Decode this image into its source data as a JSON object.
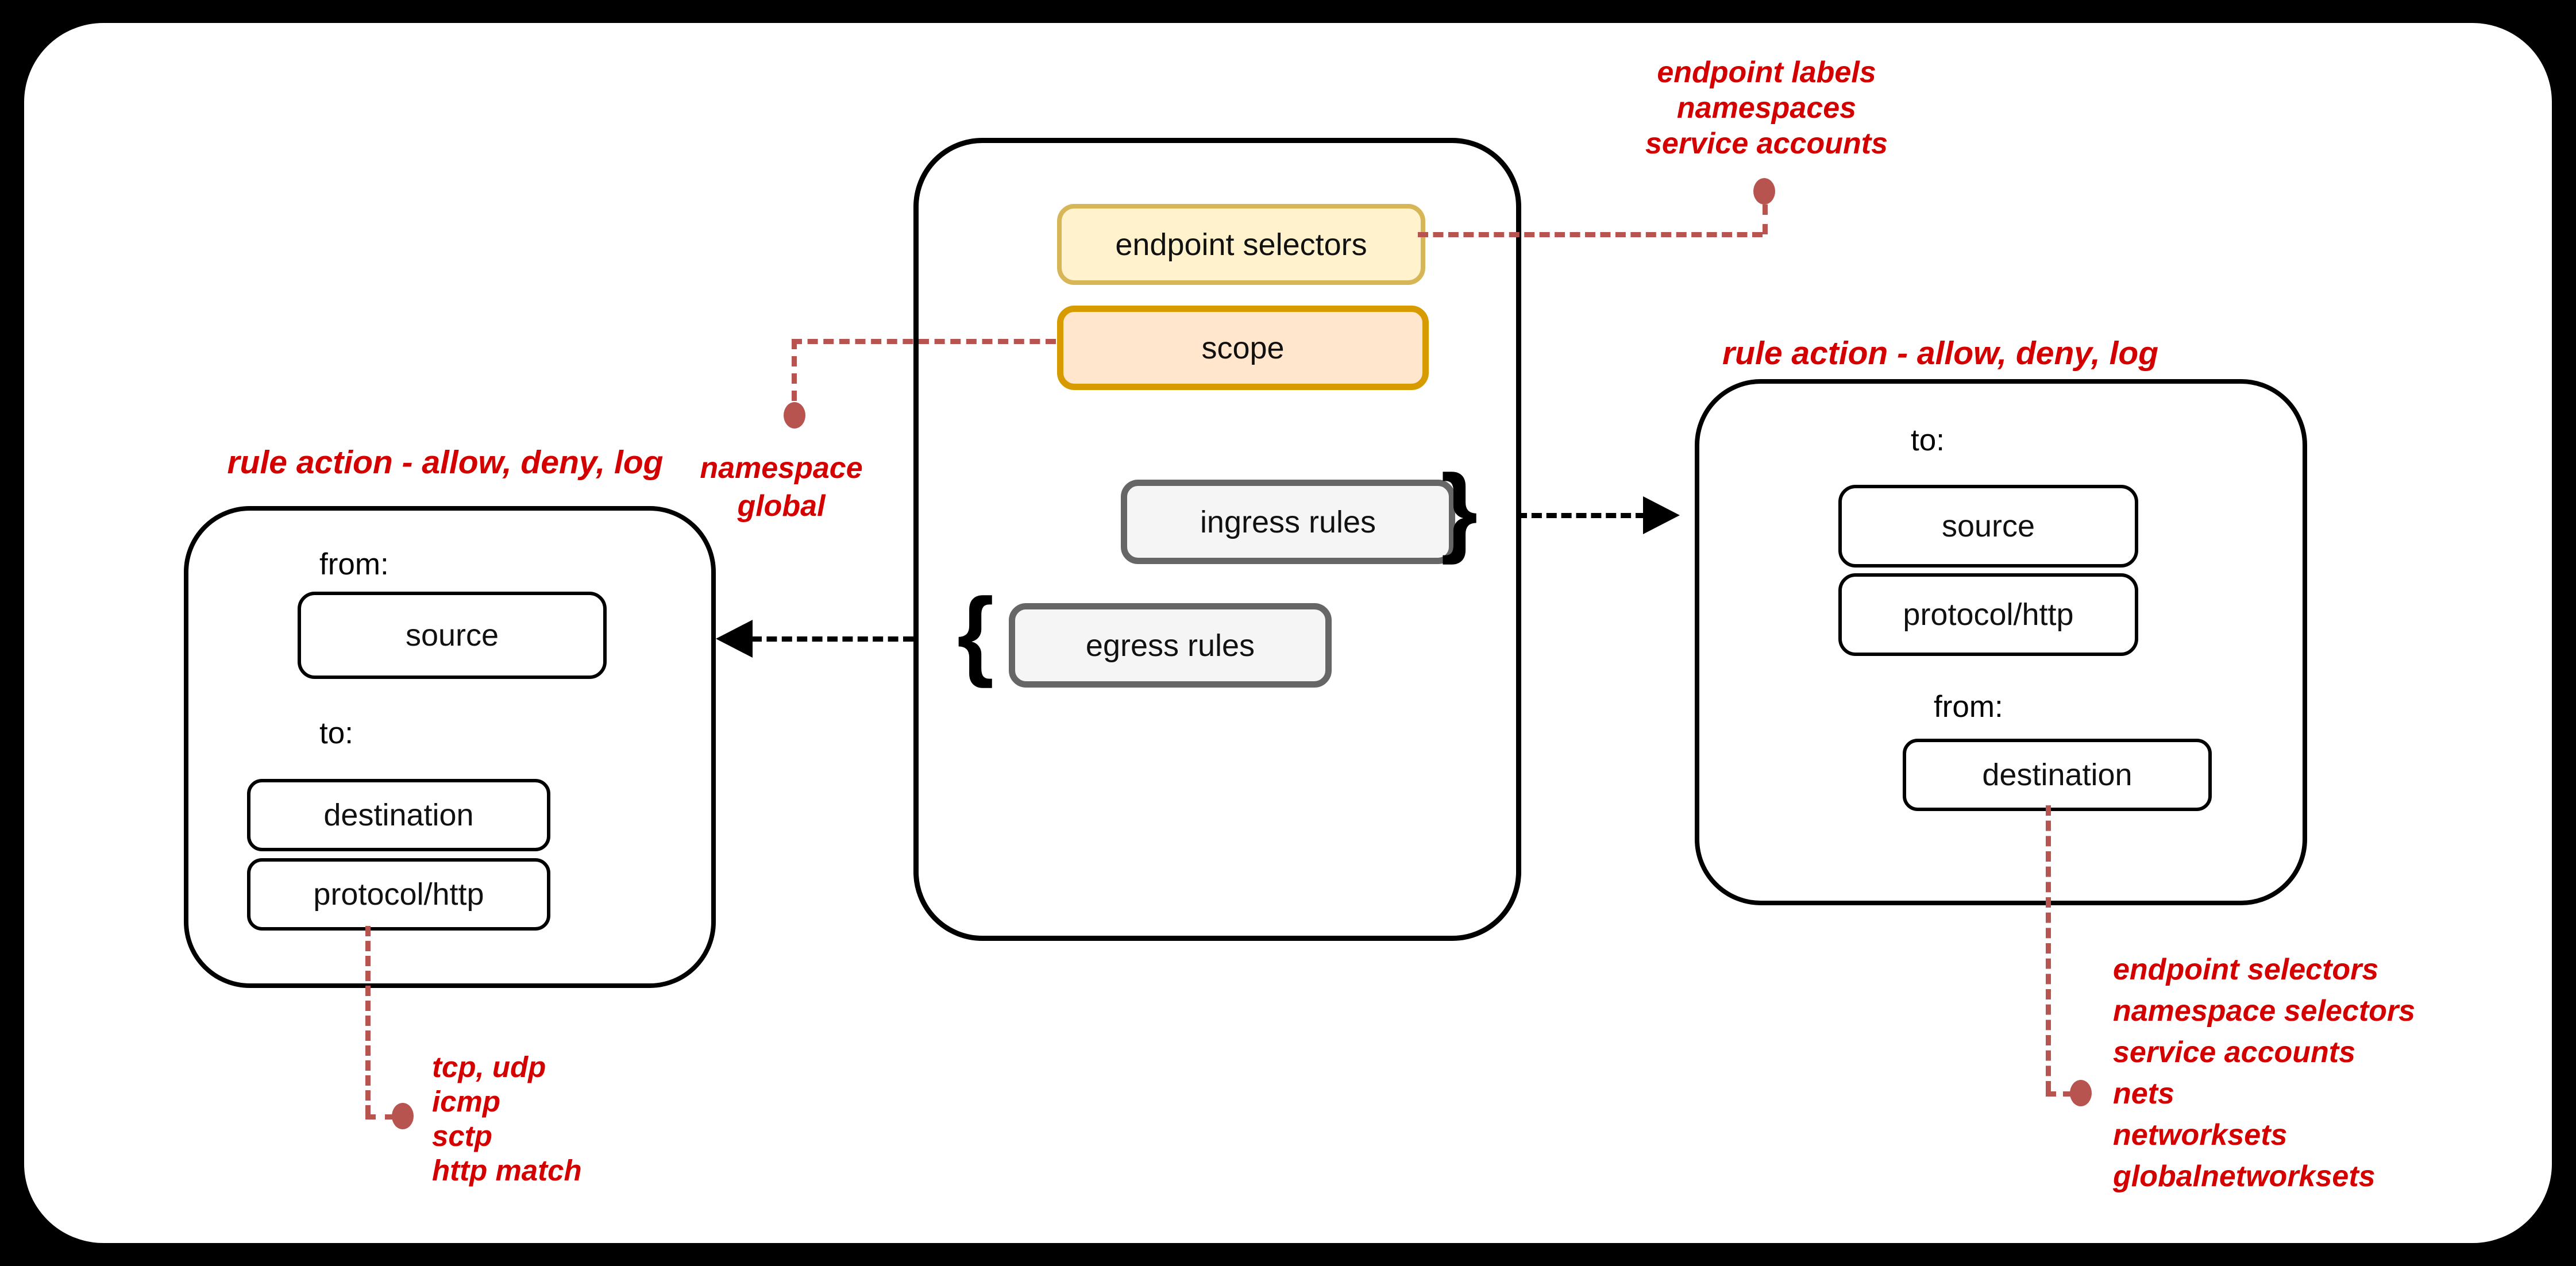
{
  "diagram": {
    "center": {
      "endpoint_selectors": "endpoint selectors",
      "scope": "scope",
      "ingress_rules": "ingress rules",
      "egress_rules": "egress rules",
      "ingress_brace": "}",
      "egress_brace": "{"
    },
    "left_card": {
      "heading": "rule action - allow, deny, log",
      "from_label": "from:",
      "source": "source",
      "to_label": "to:",
      "destination": "destination",
      "protocol": "protocol/http"
    },
    "right_card": {
      "heading": "rule action - allow, deny, log",
      "to_label": "to:",
      "source": "source",
      "protocol": "protocol/http",
      "from_label": "from:",
      "destination": "destination"
    },
    "notes": {
      "endpoint": [
        "endpoint labels",
        "namespaces",
        "service accounts"
      ],
      "scope": [
        "namespace",
        "global"
      ],
      "protocol": [
        "tcp, udp",
        "icmp",
        "sctp",
        "http match"
      ],
      "destination": [
        "endpoint selectors",
        "namespace selectors",
        "service accounts",
        "nets",
        "networksets",
        "globalnetworksets"
      ]
    },
    "colors": {
      "annotation_text": "#d40000",
      "annotation_connector": "#b85450",
      "endpoint_selectors_fill": "#fff2cc",
      "endpoint_selectors_border": "#d6b656",
      "scope_fill": "#ffe6cc",
      "scope_border": "#d79b00",
      "rules_fill": "#f5f5f5",
      "rules_border": "#666666",
      "outline": "#000000",
      "background": "#ffffff"
    }
  }
}
